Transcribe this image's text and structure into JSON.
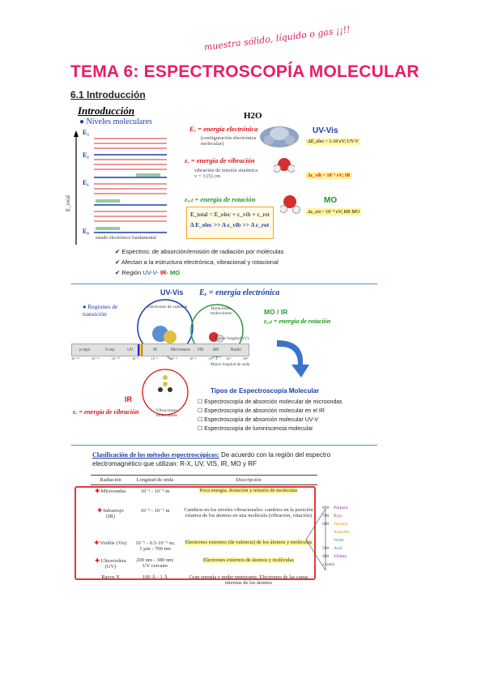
{
  "handwritten_note": "muestra sólido, líquido o gas ¡¡!!",
  "title": "TEMA 6: ESPECTROSCOPÍA MOLECULAR",
  "section": "6.1 Introducción",
  "slide1": {
    "heading": "Introducción",
    "bullet": "Niveles moleculares",
    "molecule": "H2O",
    "energy_labels": {
      "e": "Eₑ = energía electrónica",
      "e_sub": "(configuración electrónica molecular)",
      "v": "εᵥ = energía de vibración",
      "v_sub": "vibración de tensión simétrica v = 3 (5) cm",
      "r": "εᵣₒₜ = energía de rotación"
    },
    "level_labels": [
      "E₃",
      "E₂",
      "E₁",
      "E₀"
    ],
    "ground_label": "estado electrónico fundamental",
    "axis_label": "E_total",
    "formula": "E_total = E_elec + ε_vib + ε_rot",
    "inequality": "Δ E_elec >> Δ ε_vib >> Δ ε_rot",
    "regions": [
      {
        "name": "UV-Vis",
        "value": "ΔE_elec ~ 1-10 eV; UV-V"
      },
      {
        "name": "IR",
        "value": "Δε_vib ~ 10⁻¹ eV; IR"
      },
      {
        "name": "MO",
        "value": "Δε_rot ~ 10⁻⁴ eV; RB MO"
      }
    ],
    "checks": [
      "Espectros: de absorción/emisión de radiación por moléculas",
      "Afectan a la estructura electrónica, vibracional y rotacional",
      "Región UV-V- IR- MO"
    ],
    "check3_prefix": "Región",
    "check3_uv": "UV-V-",
    "check3_ir": "IR-",
    "check3_mo": "MO"
  },
  "slide2": {
    "regiones": "Regiones de transición",
    "uvvis": "UV-Vis",
    "ee": "Eₑ = energía electrónica",
    "mo_ir": "MO / IR",
    "erot": "εᵣₒₜ = energía de rotación",
    "electrones": "Electrones de valencia",
    "rotaciones": "Rotaciones moleculares",
    "ir": "IR",
    "ev": "εᵥ = energía de vibración",
    "vibraciones": "Vibraciones moleculares",
    "spectrum_top": "Mayor longitud (V)",
    "spectrum_bottom": "Mayor longitud de onda",
    "spectrum_labels": [
      "γ-rays",
      "X-ray",
      "UV",
      "IR",
      "Microwave",
      "FM",
      "AM",
      "Radio"
    ],
    "ticks": [
      "10⁻¹⁴",
      "10⁻¹²",
      "10⁻¹⁰",
      "10⁻⁸",
      "10⁻⁶",
      "10⁻⁴",
      "10⁻²",
      "10⁰",
      "10²",
      "10⁴"
    ],
    "tipos_title": "Tipos de Espectroscopía Molecular",
    "tipos": [
      "Espectroscopía de absorción molecular de microondas",
      "Espectroscopía de absorción molecular en el IR",
      "Espectroscopía de absorción molecular UV-V",
      "Espectroscopía de luminiscencia molecular"
    ]
  },
  "slide3": {
    "heading_link": "Clasificación de los métodos espectroscópicos:",
    "heading_rest": "De acuerdo con la región del espectro electromagnético que utilizan: R-X, UV, VIS, IR, MO y RF",
    "columns": [
      "Radiación",
      "Longitud de onda",
      "Descripción"
    ],
    "rows": [
      {
        "rad": "Microondas",
        "lambda": "10⁻¹ - 10⁻³ m",
        "desc": "Poca energía. Rotación y tensión de moléculas"
      },
      {
        "rad": "Infrarrojo (IR)",
        "lambda": "10⁻³ - 10⁻⁶ m",
        "desc": "Cambios en los niveles vibracionales: cambios en la posición relativa de los átomos en una molécula (vibración, rotación)"
      },
      {
        "rad": "Visible (Vis)",
        "lambda": "10⁻⁶ - 0.5·10⁻⁶ m; 1 μm - 700 nm",
        "desc": "Electrones externos (de valencia) de los átomos y moléculas"
      },
      {
        "rad": "Ultravioleta (UV)",
        "lambda": "200 nm - 380 nm; UV cercano",
        "desc": "Electrones externos de átomos y moléculas"
      },
      {
        "rad": "Rayos X",
        "lambda": "100 Å - 1 Å",
        "desc": "Gran energía y poder penetrante. Electrones de las capas internas de los átomos"
      }
    ],
    "visible_scale": [
      {
        "nm": "800",
        "label": "Púrpura"
      },
      {
        "nm": "700",
        "label": "Rojo"
      },
      {
        "nm": "600",
        "label": "Naranja"
      },
      {
        "nm": "",
        "label": "Amarillo"
      },
      {
        "nm": "",
        "label": "Verde"
      },
      {
        "nm": "500",
        "label": "Azul"
      },
      {
        "nm": "400",
        "label": "Violeta"
      }
    ],
    "scale_unit": "λ (nm)"
  }
}
